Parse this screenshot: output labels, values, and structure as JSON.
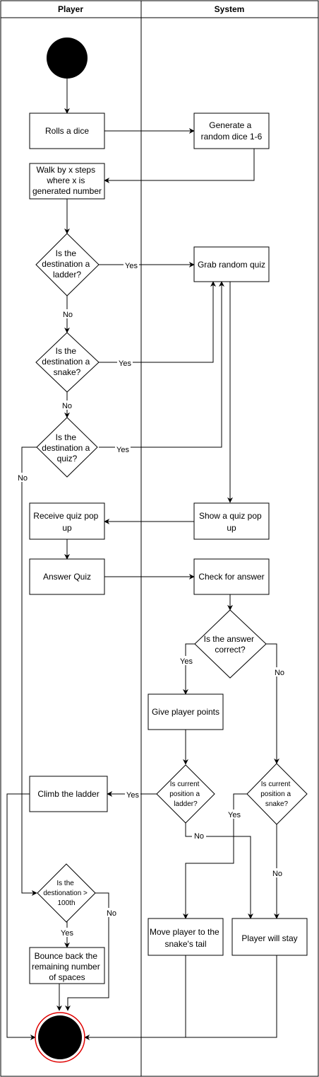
{
  "lanes": {
    "player": "Player",
    "system": "System"
  },
  "nodes": {
    "roll_dice": "Rolls a dice",
    "generate_dice": [
      "Generate a",
      "random dice 1-6"
    ],
    "walk": [
      "Walk by x steps",
      "where x is",
      "generated number"
    ],
    "ladder_q": [
      "Is the",
      "destination a",
      "ladder?"
    ],
    "grab_quiz": "Grab random quiz",
    "snake_q": [
      "Is the",
      "destination a",
      "snake?"
    ],
    "quiz_q": [
      "Is the",
      "destination a",
      "quiz?"
    ],
    "receive_quiz": [
      "Receive quiz pop",
      "up"
    ],
    "show_quiz": [
      "Show a quiz pop",
      "up"
    ],
    "answer_quiz": "Answer Quiz",
    "check_answer": "Check for answer",
    "correct_q": [
      "Is the answer",
      "correct?"
    ],
    "give_points": "Give player points",
    "current_ladder_q": [
      "Is current",
      "position a",
      "ladder?"
    ],
    "current_snake_q": [
      "Is current",
      "position a",
      "snake?"
    ],
    "climb_ladder": "Climb the ladder",
    "dest_100_q": [
      "Is the",
      "destionation >",
      "100th"
    ],
    "move_snake": [
      "Move player to the",
      "snake's tail"
    ],
    "player_stay": "Player will stay",
    "bounce_back": [
      "Bounce back the",
      "remaining number",
      "of spaces"
    ]
  },
  "edge_labels": {
    "yes": "Yes",
    "no": "No"
  },
  "colors": {
    "stroke": "#000000",
    "final_ring": "#e00000",
    "fill": "#ffffff",
    "node_fill_start": "#000000"
  }
}
